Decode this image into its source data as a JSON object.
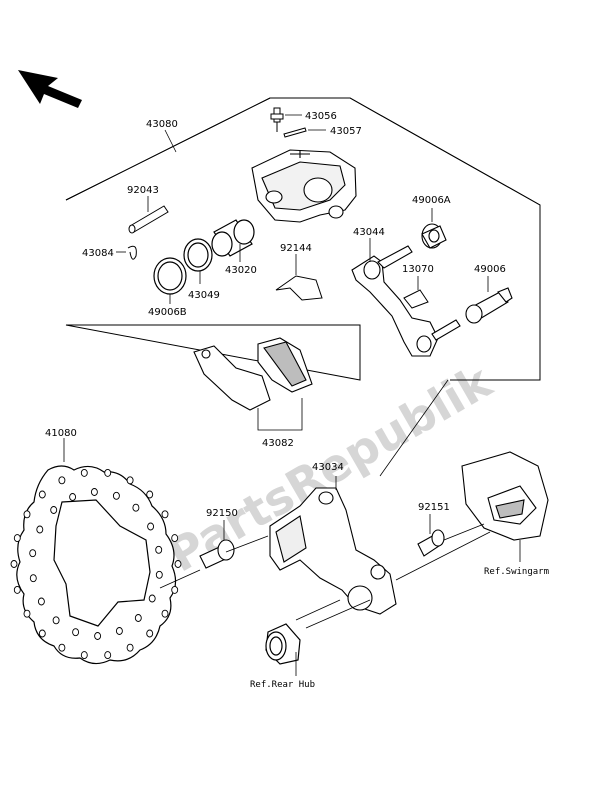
{
  "watermark": "PartsRepublik",
  "part_numbers": {
    "p43080": "43080",
    "p43056": "43056",
    "p43057": "43057",
    "p92043": "92043",
    "p43084": "43084",
    "p43020": "43020",
    "p43049": "43049",
    "p49006b": "49006B",
    "p92144": "92144",
    "p43044": "43044",
    "p49006a": "49006A",
    "p13070": "13070",
    "p49006": "49006",
    "p43082": "43082",
    "p41080": "41080",
    "p92150": "92150",
    "p43034": "43034",
    "p92151": "92151"
  },
  "references": {
    "swingarm": "Ref.Swingarm",
    "rear_hub": "Ref.Rear Hub"
  },
  "colors": {
    "line": "#000000",
    "watermark": "#d6d6d6",
    "shade": "#bdbdbd"
  }
}
